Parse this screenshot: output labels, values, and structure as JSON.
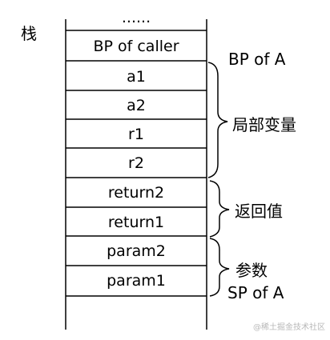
{
  "stack_label": "栈",
  "cells": [
    "......",
    "BP of caller",
    "a1",
    "a2",
    "r1",
    "r2",
    "return2",
    "return1",
    "param2",
    "param1",
    ""
  ],
  "annotations": {
    "bp_of_a": "BP of A",
    "local_vars": "局部变量",
    "return_values": "返回值",
    "params": "参数",
    "sp_of_a": "SP of A"
  },
  "watermark": "@稀土掘金技术社区"
}
